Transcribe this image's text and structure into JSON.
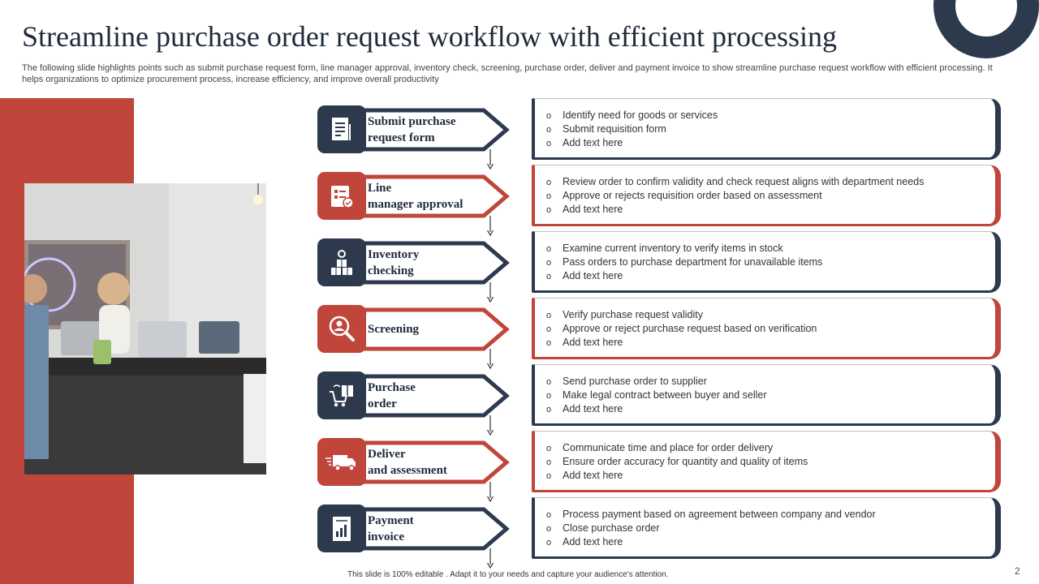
{
  "title": "Streamline purchase order request workflow with efficient processing",
  "subtitle": "The following slide highlights points such as submit purchase request form, line manager approval, inventory check, screening, purchase order, deliver and payment invoice to show streamline purchase request workflow with efficient processing. It helps organizations to optimize  procurement process, increase efficiency, and improve overall productivity",
  "colors": {
    "navy": "#2d3a4e",
    "red": "#c0453a"
  },
  "steps": [
    {
      "line1": "Submit  purchase",
      "line2": "request form",
      "icon": "form-document-icon",
      "color": "navy",
      "bullets": [
        "Identify  need for goods or services",
        "Submit requisition form",
        "Add text here"
      ]
    },
    {
      "line1": "Line",
      "line2": "manager approval",
      "icon": "approval-checklist-icon",
      "color": "red",
      "bullets": [
        "Review  order to confirm validity and check request aligns with department needs",
        "Approve  or rejects requisition order based on assessment",
        "Add text here"
      ]
    },
    {
      "line1": "Inventory",
      "line2": "checking",
      "icon": "inventory-boxes-icon",
      "color": "navy",
      "bullets": [
        "Examine current inventory  to verify  items in stock",
        "Pass orders to purchase department  for unavailable  items",
        "Add text here"
      ]
    },
    {
      "line1": "Screening",
      "line2": "",
      "icon": "search-person-icon",
      "color": "red",
      "bullets": [
        "Verify  purchase request validity",
        "Approve  or reject purchase request based on verification",
        "Add text here"
      ]
    },
    {
      "line1": "Purchase",
      "line2": "order",
      "icon": "purchase-order-icon",
      "color": "navy",
      "bullets": [
        "Send purchase  order to supplier",
        "Make legal contract between buyer and seller",
        "Add text here"
      ]
    },
    {
      "line1": "Deliver",
      "line2": "and assessment",
      "icon": "delivery-truck-icon",
      "color": "red",
      "bullets": [
        "Communicate  time and place for order delivery",
        "Ensure order accuracy for quantity and quality of items",
        "Add text here"
      ]
    },
    {
      "line1": "Payment",
      "line2": "invoice",
      "icon": "invoice-chart-icon",
      "color": "navy",
      "bullets": [
        "Process payment based on agreement  between  company and vendor",
        "Close  purchase order",
        "Add text here"
      ]
    }
  ],
  "footer": "This slide is 100% editable . Adapt it to your needs and capture your audience's attention.",
  "page_number": "2"
}
